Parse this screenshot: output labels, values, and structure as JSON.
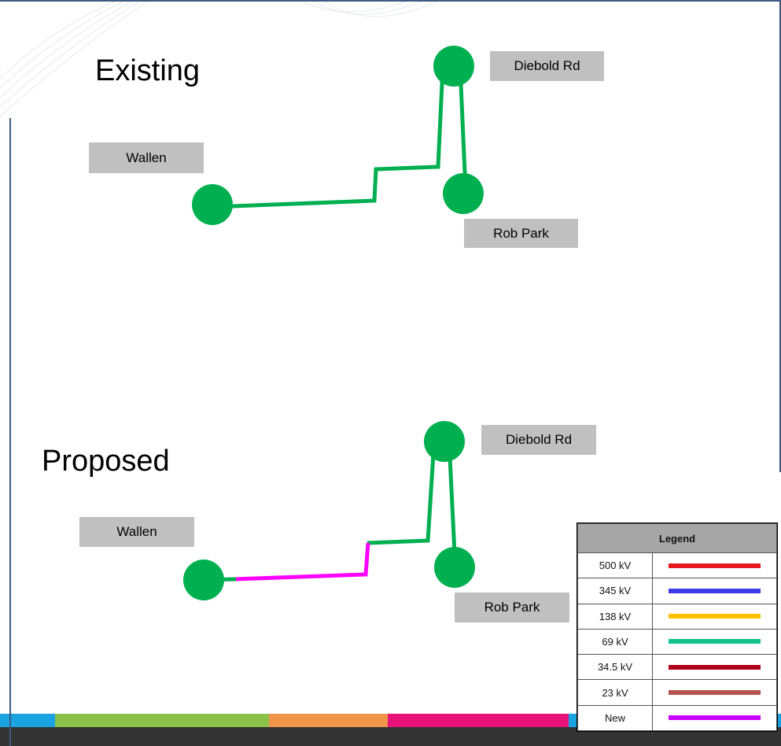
{
  "existing": {
    "title": "Existing",
    "labels": {
      "diebold": "Diebold Rd",
      "wallen": "Wallen",
      "rob_park": "Rob Park"
    }
  },
  "proposed": {
    "title": "Proposed",
    "labels": {
      "diebold": "Diebold Rd",
      "wallen": "Wallen",
      "rob_park": "Rob Park"
    }
  },
  "colors": {
    "substation": "#00b050",
    "line_69kv": "#00b050",
    "line_new": "#ff00ff",
    "label_bg": "#c0c0c0",
    "frame": "#3d5a80"
  },
  "legend": {
    "title": "Legend",
    "items": [
      {
        "label": "500 kV",
        "color": "#e41a1c"
      },
      {
        "label": "345 kV",
        "color": "#3b3be8"
      },
      {
        "label": "138 kV",
        "color": "#ffc000"
      },
      {
        "label": "69 kV",
        "color": "#12c18c"
      },
      {
        "label": "34.5 kV",
        "color": "#b00018"
      },
      {
        "label": "23 kV",
        "color": "#b85450"
      },
      {
        "label": "New",
        "color": "#cc00ff"
      }
    ]
  },
  "footer_bar_colors": [
    "#1aa3e0",
    "#8bc34a",
    "#f0954a",
    "#e6127a",
    "#333333"
  ]
}
